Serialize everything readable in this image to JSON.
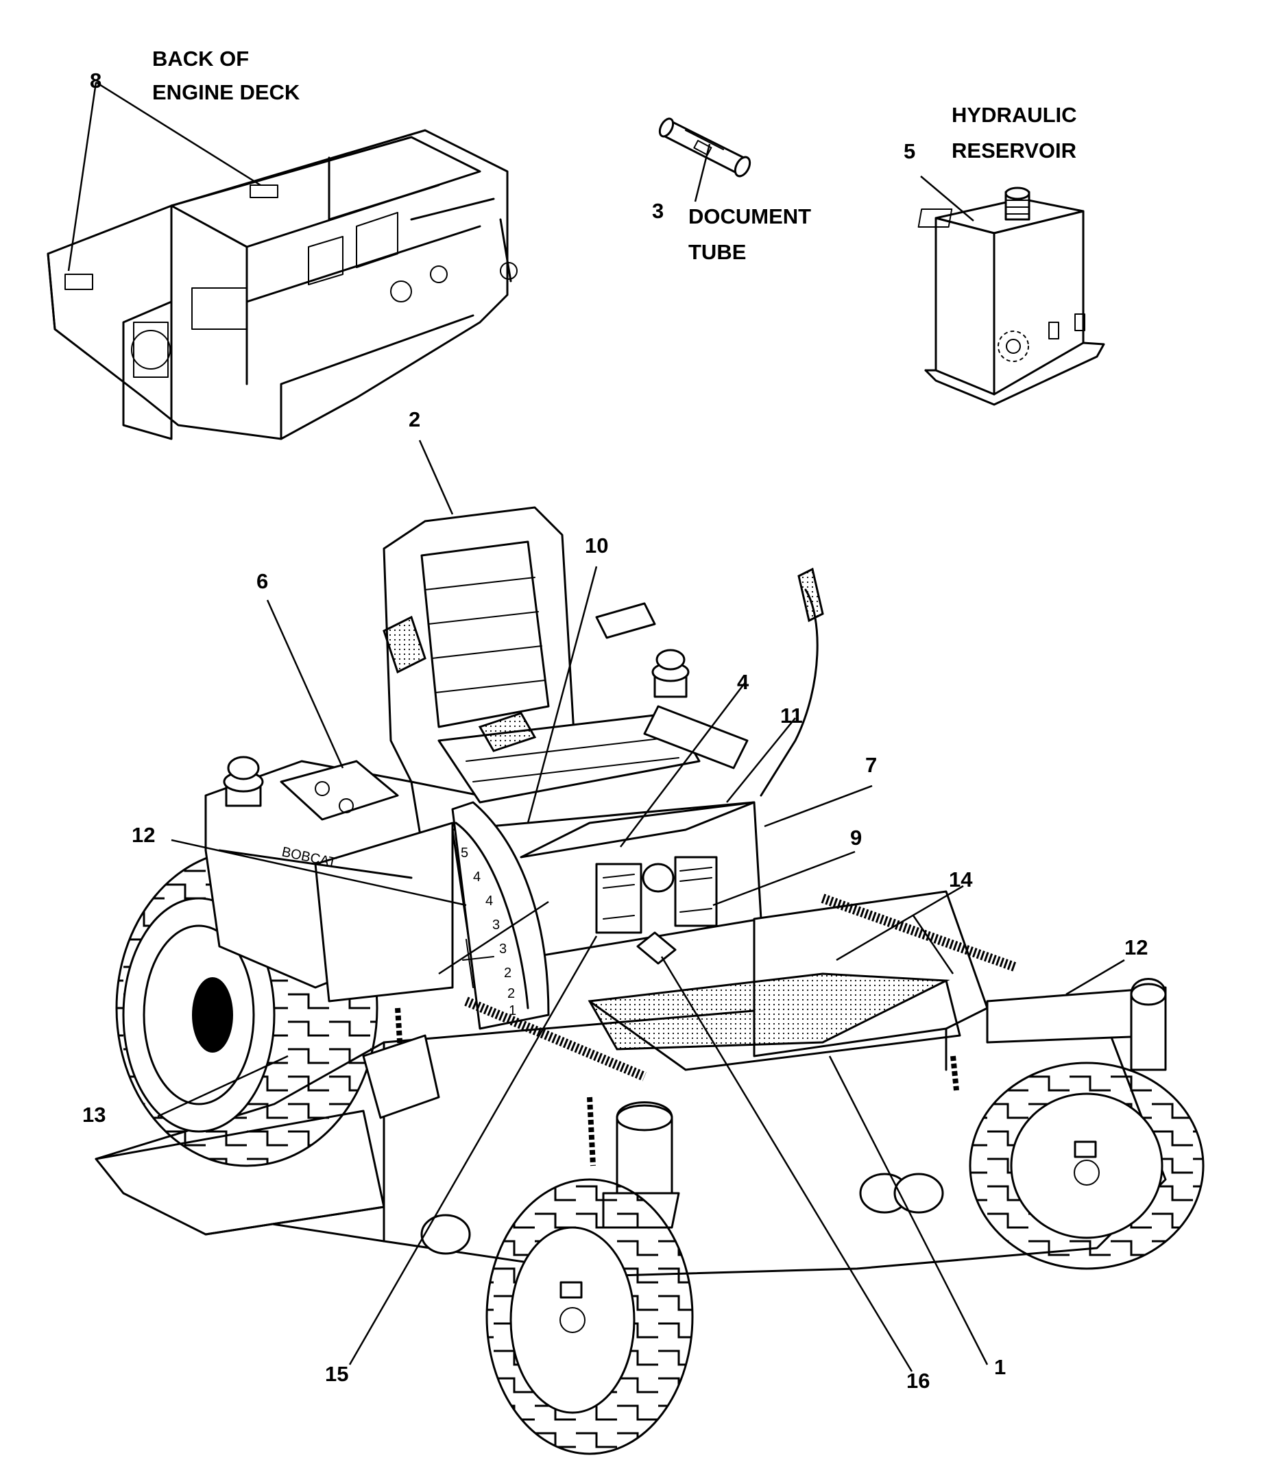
{
  "section_labels": {
    "engine_deck": [
      "BACK OF",
      "ENGINE DECK"
    ],
    "document_tube": [
      "DOCUMENT",
      "TUBE"
    ],
    "hydraulic_reservoir": [
      "HYDRAULIC",
      "RESERVOIR"
    ]
  },
  "brand_decal": "BOBCAT",
  "height_gauge": [
    "5",
    "4",
    "4",
    "3",
    "3",
    "2",
    "2",
    "1"
  ],
  "callouts": {
    "c1": "1",
    "c2": "2",
    "c3": "3",
    "c4": "4",
    "c5": "5",
    "c6": "6",
    "c7": "7",
    "c8": "8",
    "c9": "9",
    "c10": "10",
    "c11": "11",
    "c12a": "12",
    "c12b": "12",
    "c13": "13",
    "c14": "14",
    "c15": "15",
    "c16": "16"
  }
}
